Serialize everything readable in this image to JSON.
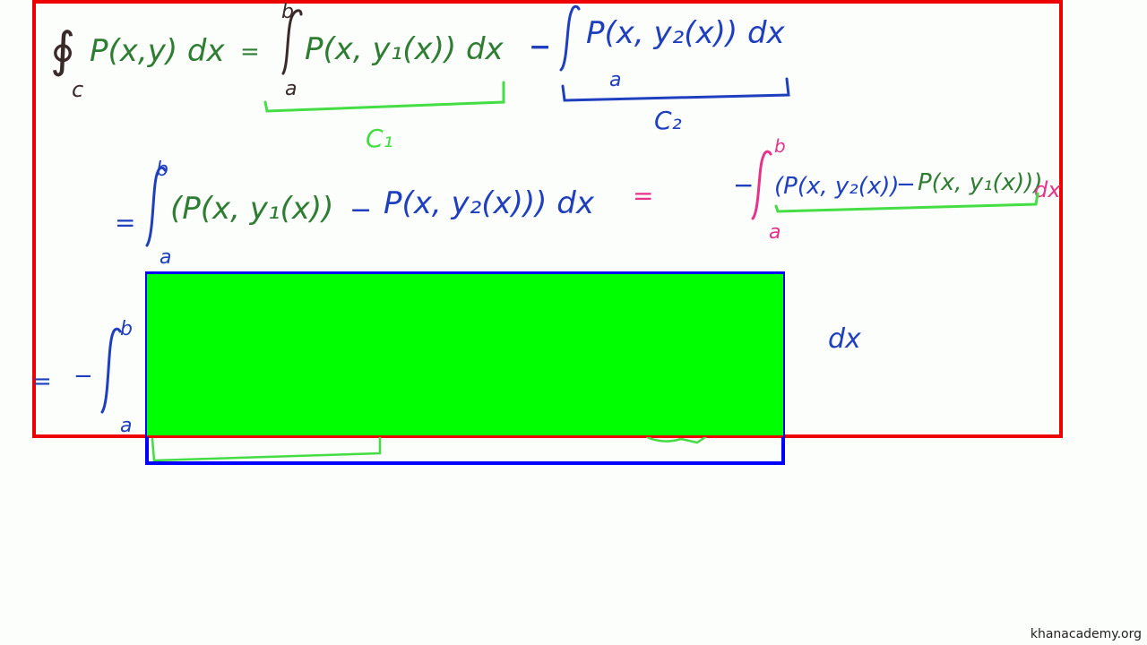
{
  "board": {
    "colors": {
      "frame": "#ee0000",
      "green_ink": "#2e7d32",
      "bright_green": "#44dd44",
      "blue_ink": "#1f3fbf",
      "pink_ink": "#e8338a",
      "dark_ink": "#3a2a2a",
      "highlight_fill": "#00ff00",
      "highlight_border": "#0000ff"
    },
    "line1": {
      "lhs_oint": "∮",
      "lhs_sub": "c",
      "lhs_text": "P(x,y) dx",
      "eq": "=",
      "int1_upper": "b",
      "int1_lower": "a",
      "int1_body": "P(x, y₁(x)) dx",
      "minus": "−",
      "int2_lower": "a",
      "int2_body": "P(x, y₂(x)) dx",
      "c1": "C₁",
      "c2": "C₂"
    },
    "line2": {
      "eq": "=",
      "upper": "b",
      "lower": "a",
      "body_green": "(P(x, y₁(x))",
      "minus": "−",
      "body_blue": "P(x, y₂(x))) dx",
      "eq2": "=",
      "rhs_minus": "−",
      "rhs_upper": "b",
      "rhs_lower": "a",
      "rhs_blue_1": "(P(x, y₂(x))",
      "rhs_minus_mid": "−",
      "rhs_green": "P(x, y₁(x)))",
      "rhs_dx": "dx"
    },
    "line3": {
      "eq": "=",
      "minus": "−",
      "upper": "b",
      "lower": "a",
      "dx": "dx"
    }
  },
  "watermark": "khanacademy.org"
}
